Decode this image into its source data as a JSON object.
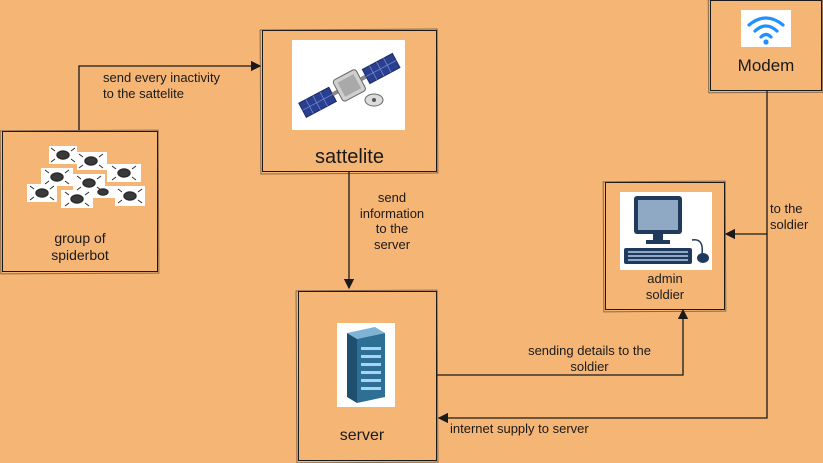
{
  "nodes": {
    "spiderbot": {
      "label_line1": "group of",
      "label_line2": "spiderbot",
      "icon": "spider-robots-icon"
    },
    "satellite": {
      "label": "sattelite",
      "icon": "satellite-icon"
    },
    "server": {
      "label": "server",
      "icon": "server-rack-icon"
    },
    "modem": {
      "label": "Modem",
      "icon": "wifi-icon"
    },
    "admin": {
      "label_line1": "admin",
      "label_line2": "soldier",
      "icon": "computer-icon"
    }
  },
  "edges": {
    "bot_to_sat": {
      "line1": "send every inactivity",
      "line2": "to the sattelite"
    },
    "sat_to_server": {
      "line1": "send",
      "line2": "information",
      "line3": "to the",
      "line4": "server"
    },
    "server_to_admin": {
      "line1": "sending details to the",
      "line2": "soldier"
    },
    "modem_to_admin": {
      "line1": "to the",
      "line2": "soldier"
    },
    "modem_to_server": {
      "label": "internet supply to server"
    }
  },
  "colors": {
    "background": "#F5B575",
    "stroke": "#1a1a1a",
    "wifi": "#1E90FF"
  }
}
